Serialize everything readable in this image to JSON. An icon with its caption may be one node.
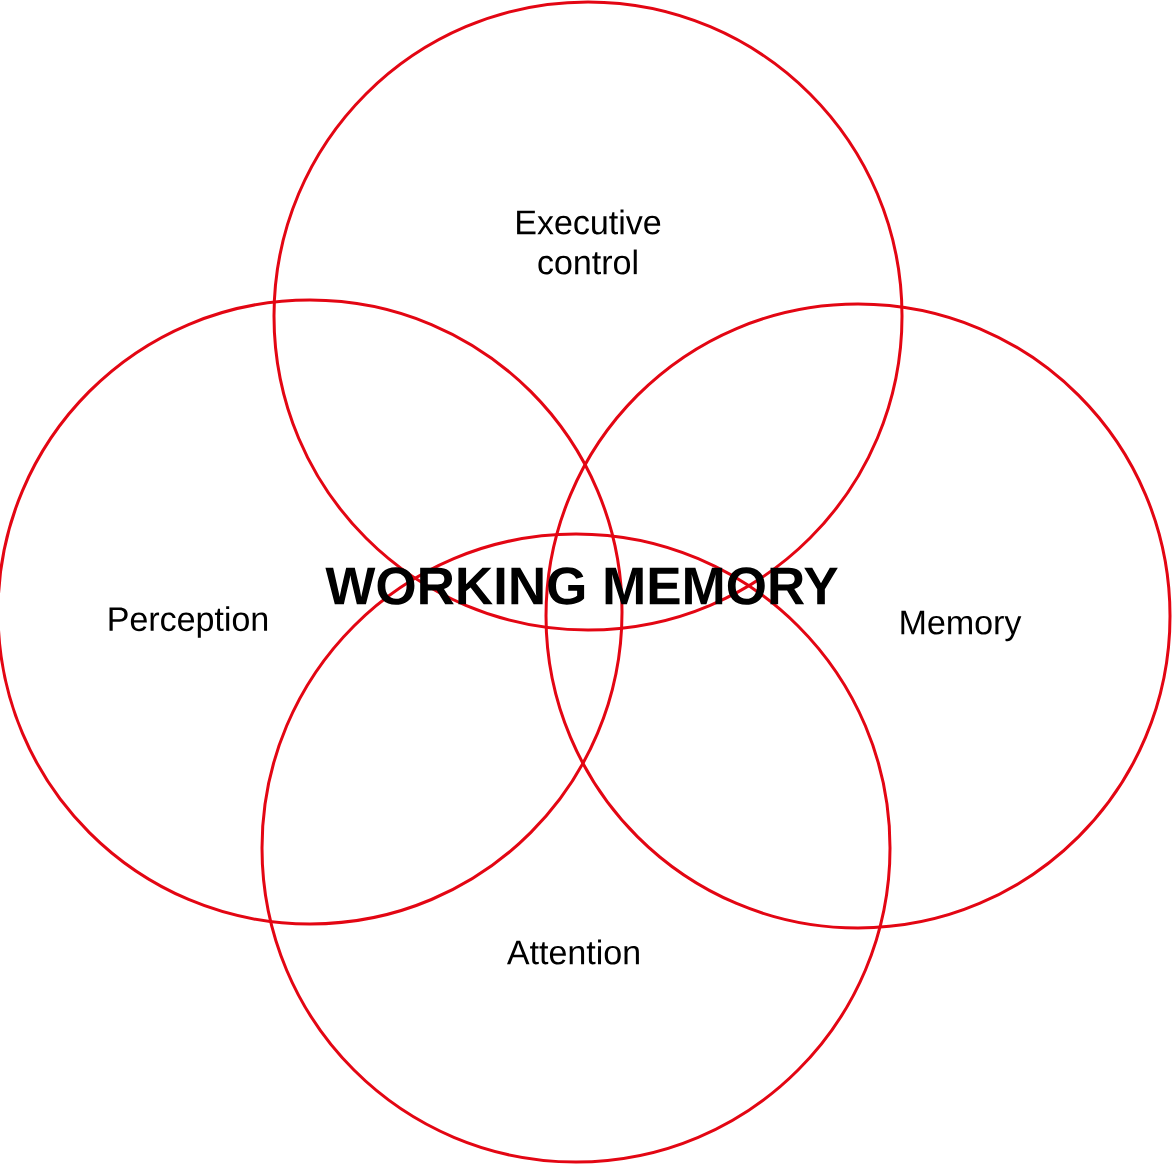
{
  "diagram": {
    "nodes": [
      {
        "text": [
          "Executive control"
        ]
      },
      {
        "text": [
          "Perception"
        ]
      },
      {
        "text": [
          "Memory"
        ]
      },
      {
        "text": [
          "Attention"
        ]
      }
    ],
    "labels": [
      "WORKING MEMORY"
    ]
  }
}
